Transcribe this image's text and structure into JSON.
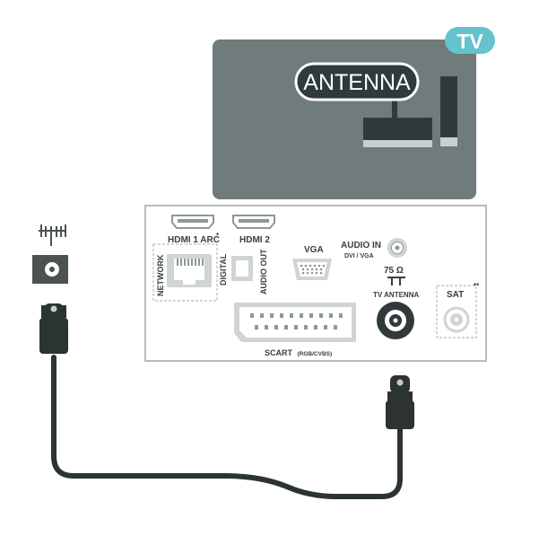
{
  "badge": {
    "label": "TV",
    "color": "#64c3cd"
  },
  "callout": {
    "label": "ANTENNA",
    "fill": "#303a3a"
  },
  "panel": {
    "ports": {
      "hdmi1": "HDMI 1 ARC",
      "hdmi1_mark": "*",
      "hdmi2": "HDMI 2",
      "vga": "VGA",
      "audio_in": "AUDIO IN",
      "audio_in_sub": "DVI / VGA",
      "network": "NETWORK",
      "digital_audio_out": "DIGITAL",
      "audio_out": "AUDIO OUT",
      "impedance": "75 Ω",
      "tv_antenna": "TV ANTENNA",
      "sat": "SAT",
      "sat_mark": "**",
      "scart": "SCART",
      "scart_sub": "(RGB/CVBS)"
    }
  },
  "colors": {
    "tv_body": "#707b7b",
    "panel_stroke": "#b5bcbc",
    "port_gray": "#cfd4d4",
    "port_dark": "#4a5252",
    "cable": "#2b3333",
    "plug_tip": "#c4cbcb"
  }
}
